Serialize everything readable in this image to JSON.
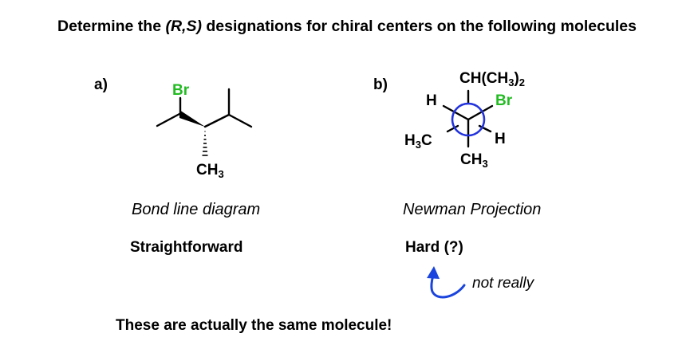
{
  "title": {
    "prefix": "Determine the ",
    "rs": "(R,S)",
    "suffix": " designations for chiral centers on the following molecules"
  },
  "part_a": {
    "label": "a)",
    "br": "Br",
    "ch3": "CH",
    "ch3_sub": "3",
    "caption": "Bond line diagram",
    "difficulty": "Straightforward"
  },
  "part_b": {
    "label": "b)",
    "top_group": "CH(CH",
    "top_sub": "3",
    "top_close": ")",
    "top_sub2": "2",
    "h_left": "H",
    "br": "Br",
    "h3c": "H",
    "h3c_sub": "3",
    "h3c_c": "C",
    "h_right": "H",
    "bottom_ch": "CH",
    "bottom_sub": "3",
    "caption": "Newman Projection",
    "difficulty": "Hard (?)",
    "note": "not really"
  },
  "footer": "These are actually the same molecule!",
  "colors": {
    "bromine": "#22bb22",
    "newman_circle": "#2233dd",
    "arrow": "#1a44dd"
  }
}
